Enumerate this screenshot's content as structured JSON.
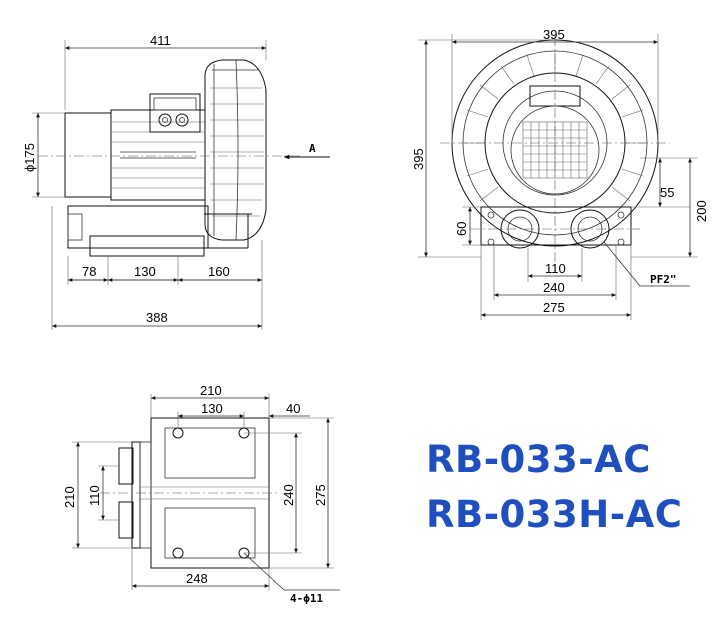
{
  "models": {
    "line1": "RB-033-AC",
    "line2": "RB-033H-AC",
    "color": "#1f4fbf"
  },
  "side_view": {
    "overall_length": "411",
    "motor_diameter": "ϕ175",
    "base_78": "78",
    "base_130": "130",
    "base_160": "160",
    "base_length": "388",
    "arrow_label": "A"
  },
  "front_view": {
    "width": "395",
    "height": "395",
    "dim_55": "55",
    "dim_200": "200",
    "dim_60": "60",
    "dim_110": "110",
    "dim_240": "240",
    "dim_275": "275",
    "port_label": "PF2\""
  },
  "base_view": {
    "dim_210_top": "210",
    "dim_130": "130",
    "dim_40": "40",
    "dim_210_left": "210",
    "dim_110": "110",
    "dim_240": "240",
    "dim_275": "275",
    "dim_248": "248",
    "holes_label": "4-ϕ11"
  }
}
